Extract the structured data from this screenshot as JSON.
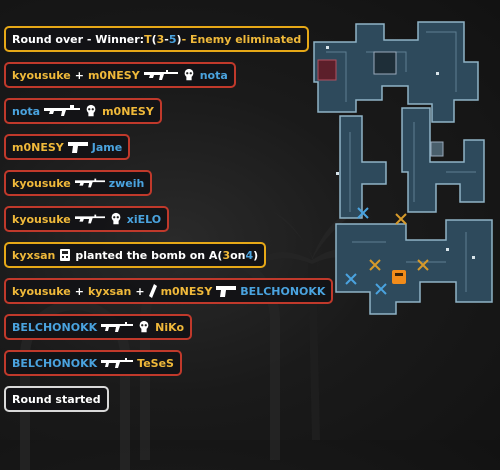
{
  "round_over": {
    "prefix": "Round over - Winner: ",
    "side": "T",
    "score_open": " (",
    "score_t": "3",
    "score_sep": " - ",
    "score_ct": "5",
    "score_close": ")",
    "suffix": " - Enemy eliminated"
  },
  "kills": [
    {
      "killer": "kyousuke",
      "assist": "m0NESY",
      "weapon": "ak47",
      "headshot": true,
      "victim": "nota"
    },
    {
      "killer": "nota",
      "weapon": "awp",
      "headshot": true,
      "victim": "m0NESY"
    },
    {
      "killer": "m0NESY",
      "weapon": "deagle",
      "headshot": false,
      "victim": "Jame"
    },
    {
      "killer": "kyousuke",
      "weapon": "ak47",
      "headshot": false,
      "victim": "zweih"
    },
    {
      "killer": "kyousuke",
      "weapon": "ak47",
      "headshot": true,
      "victim": "xiELO"
    }
  ],
  "bomb_plant": {
    "player": "kyxsan",
    "icon": "c4-icon",
    "text": "planted the bomb on A",
    "open": " (",
    "t_count": "3",
    "on": "on",
    "ct_count": "4",
    "close": ")"
  },
  "kill_double_assist": {
    "killer": "kyousuke",
    "assist": "kyxsan",
    "flash_assist": "m0NESY",
    "weapon": "deagle",
    "victim": "BELCHONOKK"
  },
  "kills_late": [
    {
      "killer": "BELCHONOKK",
      "weapon": "m4",
      "headshot": true,
      "victim": "NiKo"
    },
    {
      "killer": "BELCHONOKK",
      "weapon": "m4",
      "headshot": false,
      "victim": "TeSeS"
    }
  ],
  "round_started": "Round started",
  "plus": "+",
  "colors": {
    "t": "#f0b93a",
    "ct": "#4aa3df",
    "kill_border": "#c0392b",
    "gold_border": "#e6a817"
  }
}
